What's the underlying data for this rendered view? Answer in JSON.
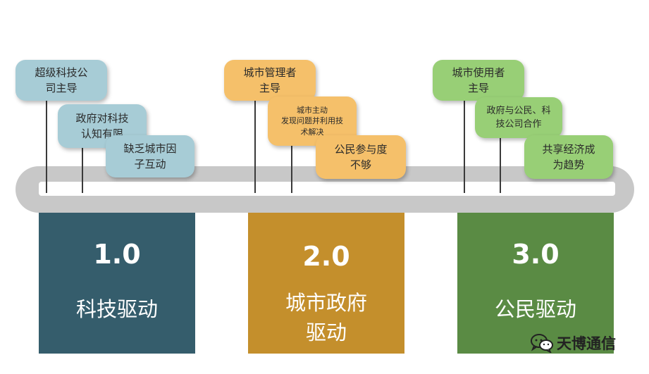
{
  "phases": [
    {
      "version": "1.0",
      "label": "科技驱动",
      "color": "#355d6c",
      "bubble_color": "#a7ccd6",
      "bubbles": [
        "超级科技公\n司主导",
        "政府对科技\n认知有限",
        "缺乏城市因\n子互动"
      ]
    },
    {
      "version": "2.0",
      "label": "城市政府\n驱动",
      "color": "#c48f2c",
      "bubble_color": "#f5c06a",
      "bubbles": [
        "城市管理者\n主导",
        "城市主动\n发现问题并利用技\n术解决",
        "公民参与度\n不够"
      ]
    },
    {
      "version": "3.0",
      "label": "公民驱动",
      "color": "#5a8b44",
      "bubble_color": "#98cf76",
      "bubbles": [
        "城市使用者\n主导",
        "政府与公民、科\n技公司合作",
        "共享经济成\n为趋势"
      ]
    }
  ],
  "watermark": {
    "text": "天博通信",
    "icon": "wechat-icon"
  }
}
